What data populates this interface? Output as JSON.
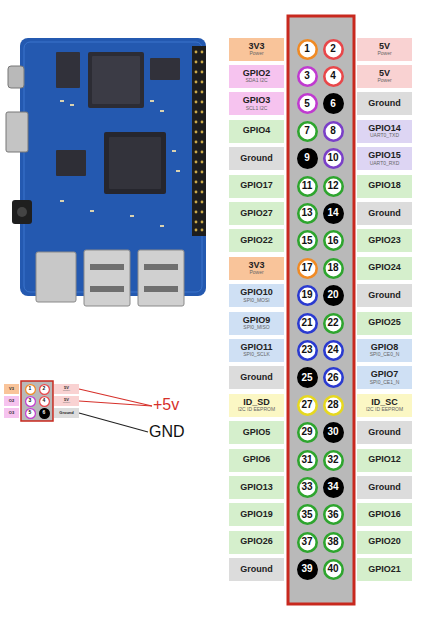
{
  "diagram": {
    "nodes": [
      {
        "text": [
          "3V3",
          "Power"
        ]
      },
      {
        "text": [
          "1"
        ]
      },
      {
        "text": [
          "2"
        ]
      },
      {
        "text": [
          "5V",
          "Power"
        ]
      },
      {
        "text": [
          "GPIO2",
          "SDA1 I2C"
        ]
      },
      {
        "text": [
          "3"
        ]
      },
      {
        "text": [
          "4"
        ]
      },
      {
        "text": [
          "5V",
          "Power"
        ]
      },
      {
        "text": [
          "GPIO3",
          "SCL1 I2C"
        ]
      },
      {
        "text": [
          "5"
        ]
      },
      {
        "text": [
          "6"
        ]
      },
      {
        "text": [
          "Ground"
        ]
      },
      {
        "text": [
          "GPIO4"
        ]
      },
      {
        "text": [
          "7"
        ]
      },
      {
        "text": [
          "8"
        ]
      },
      {
        "text": [
          "GPIO14",
          "UART0_TXD"
        ]
      },
      {
        "text": [
          "Ground"
        ]
      },
      {
        "text": [
          "9"
        ]
      },
      {
        "text": [
          "10"
        ]
      },
      {
        "text": [
          "GPIO15",
          "UART0_RXD"
        ]
      },
      {
        "text": [
          "GPIO17"
        ]
      },
      {
        "text": [
          "11"
        ]
      },
      {
        "text": [
          "12"
        ]
      },
      {
        "text": [
          "GPIO18"
        ]
      },
      {
        "text": [
          "GPIO27"
        ]
      },
      {
        "text": [
          "13"
        ]
      },
      {
        "text": [
          "14"
        ]
      },
      {
        "text": [
          "Ground"
        ]
      },
      {
        "text": [
          "GPIO22"
        ]
      },
      {
        "text": [
          "15"
        ]
      },
      {
        "text": [
          "16"
        ]
      },
      {
        "text": [
          "GPIO23"
        ]
      },
      {
        "text": [
          "3V3",
          "Power"
        ]
      },
      {
        "text": [
          "17"
        ]
      },
      {
        "text": [
          "18"
        ]
      },
      {
        "text": [
          "GPIO24"
        ]
      },
      {
        "text": [
          "GPIO10",
          "SPI0_MOSI"
        ]
      },
      {
        "text": [
          "19"
        ]
      },
      {
        "text": [
          "20"
        ]
      },
      {
        "text": [
          "Ground"
        ]
      },
      {
        "text": [
          "GPIO9",
          "SPI0_MISO"
        ]
      },
      {
        "text": [
          "21"
        ]
      },
      {
        "text": [
          "22"
        ]
      },
      {
        "text": [
          "GPIO25"
        ]
      },
      {
        "text": [
          "GPIO11",
          "SPI0_SCLK"
        ]
      },
      {
        "text": [
          "23"
        ]
      },
      {
        "text": [
          "24"
        ]
      },
      {
        "text": [
          "GPIO8",
          "SPI0_CE0_N"
        ]
      },
      {
        "text": [
          "Ground"
        ]
      },
      {
        "text": [
          "25"
        ]
      },
      {
        "text": [
          "26"
        ]
      },
      {
        "text": [
          "GPIO7",
          "SPI0_CE1_N"
        ]
      },
      {
        "text": [
          "ID_SD",
          "I2C ID EEPROM"
        ]
      },
      {
        "text": [
          "27"
        ]
      },
      {
        "text": [
          "28"
        ]
      },
      {
        "text": [
          "ID_SC",
          "I2C ID EEPROM"
        ]
      },
      {
        "text": [
          "GPIO5"
        ]
      },
      {
        "text": [
          "29"
        ]
      },
      {
        "text": [
          "30"
        ]
      },
      {
        "text": [
          "Ground"
        ]
      },
      {
        "text": [
          "GPIO6"
        ]
      },
      {
        "text": [
          "31"
        ]
      },
      {
        "text": [
          "32"
        ]
      },
      {
        "text": [
          "GPIO12"
        ]
      },
      {
        "text": [
          "GPIO13"
        ]
      },
      {
        "text": [
          "33"
        ]
      },
      {
        "text": [
          "34"
        ]
      },
      {
        "text": [
          "Ground"
        ]
      },
      {
        "text": [
          "GPIO19"
        ]
      },
      {
        "text": [
          "35"
        ]
      },
      {
        "text": [
          "36"
        ]
      },
      {
        "text": [
          "GPIO16"
        ]
      },
      {
        "text": [
          "GPIO26"
        ]
      },
      {
        "text": [
          "37"
        ]
      },
      {
        "text": [
          "38"
        ]
      },
      {
        "text": [
          "GPIO20"
        ]
      },
      {
        "text": [
          "Ground"
        ]
      },
      {
        "text": [
          "39"
        ]
      },
      {
        "text": [
          "40"
        ]
      },
      {
        "text": [
          "GPIO21"
        ]
      },
      {
        "text": [
          "V3"
        ]
      },
      {
        "text": [
          "1"
        ]
      },
      {
        "text": [
          "2"
        ]
      },
      {
        "text": [
          "5V",
          "Power"
        ]
      },
      {
        "text": [
          "O2"
        ]
      },
      {
        "text": [
          "3"
        ]
      },
      {
        "text": [
          "4"
        ]
      },
      {
        "text": [
          "5V",
          "Power"
        ]
      },
      {
        "text": [
          "O3"
        ]
      },
      {
        "text": [
          "5"
        ]
      },
      {
        "text": [
          "6"
        ]
      },
      {
        "text": [
          "Ground"
        ]
      }
    ],
    "labels": [
      "+5v",
      "GND"
    ]
  }
}
